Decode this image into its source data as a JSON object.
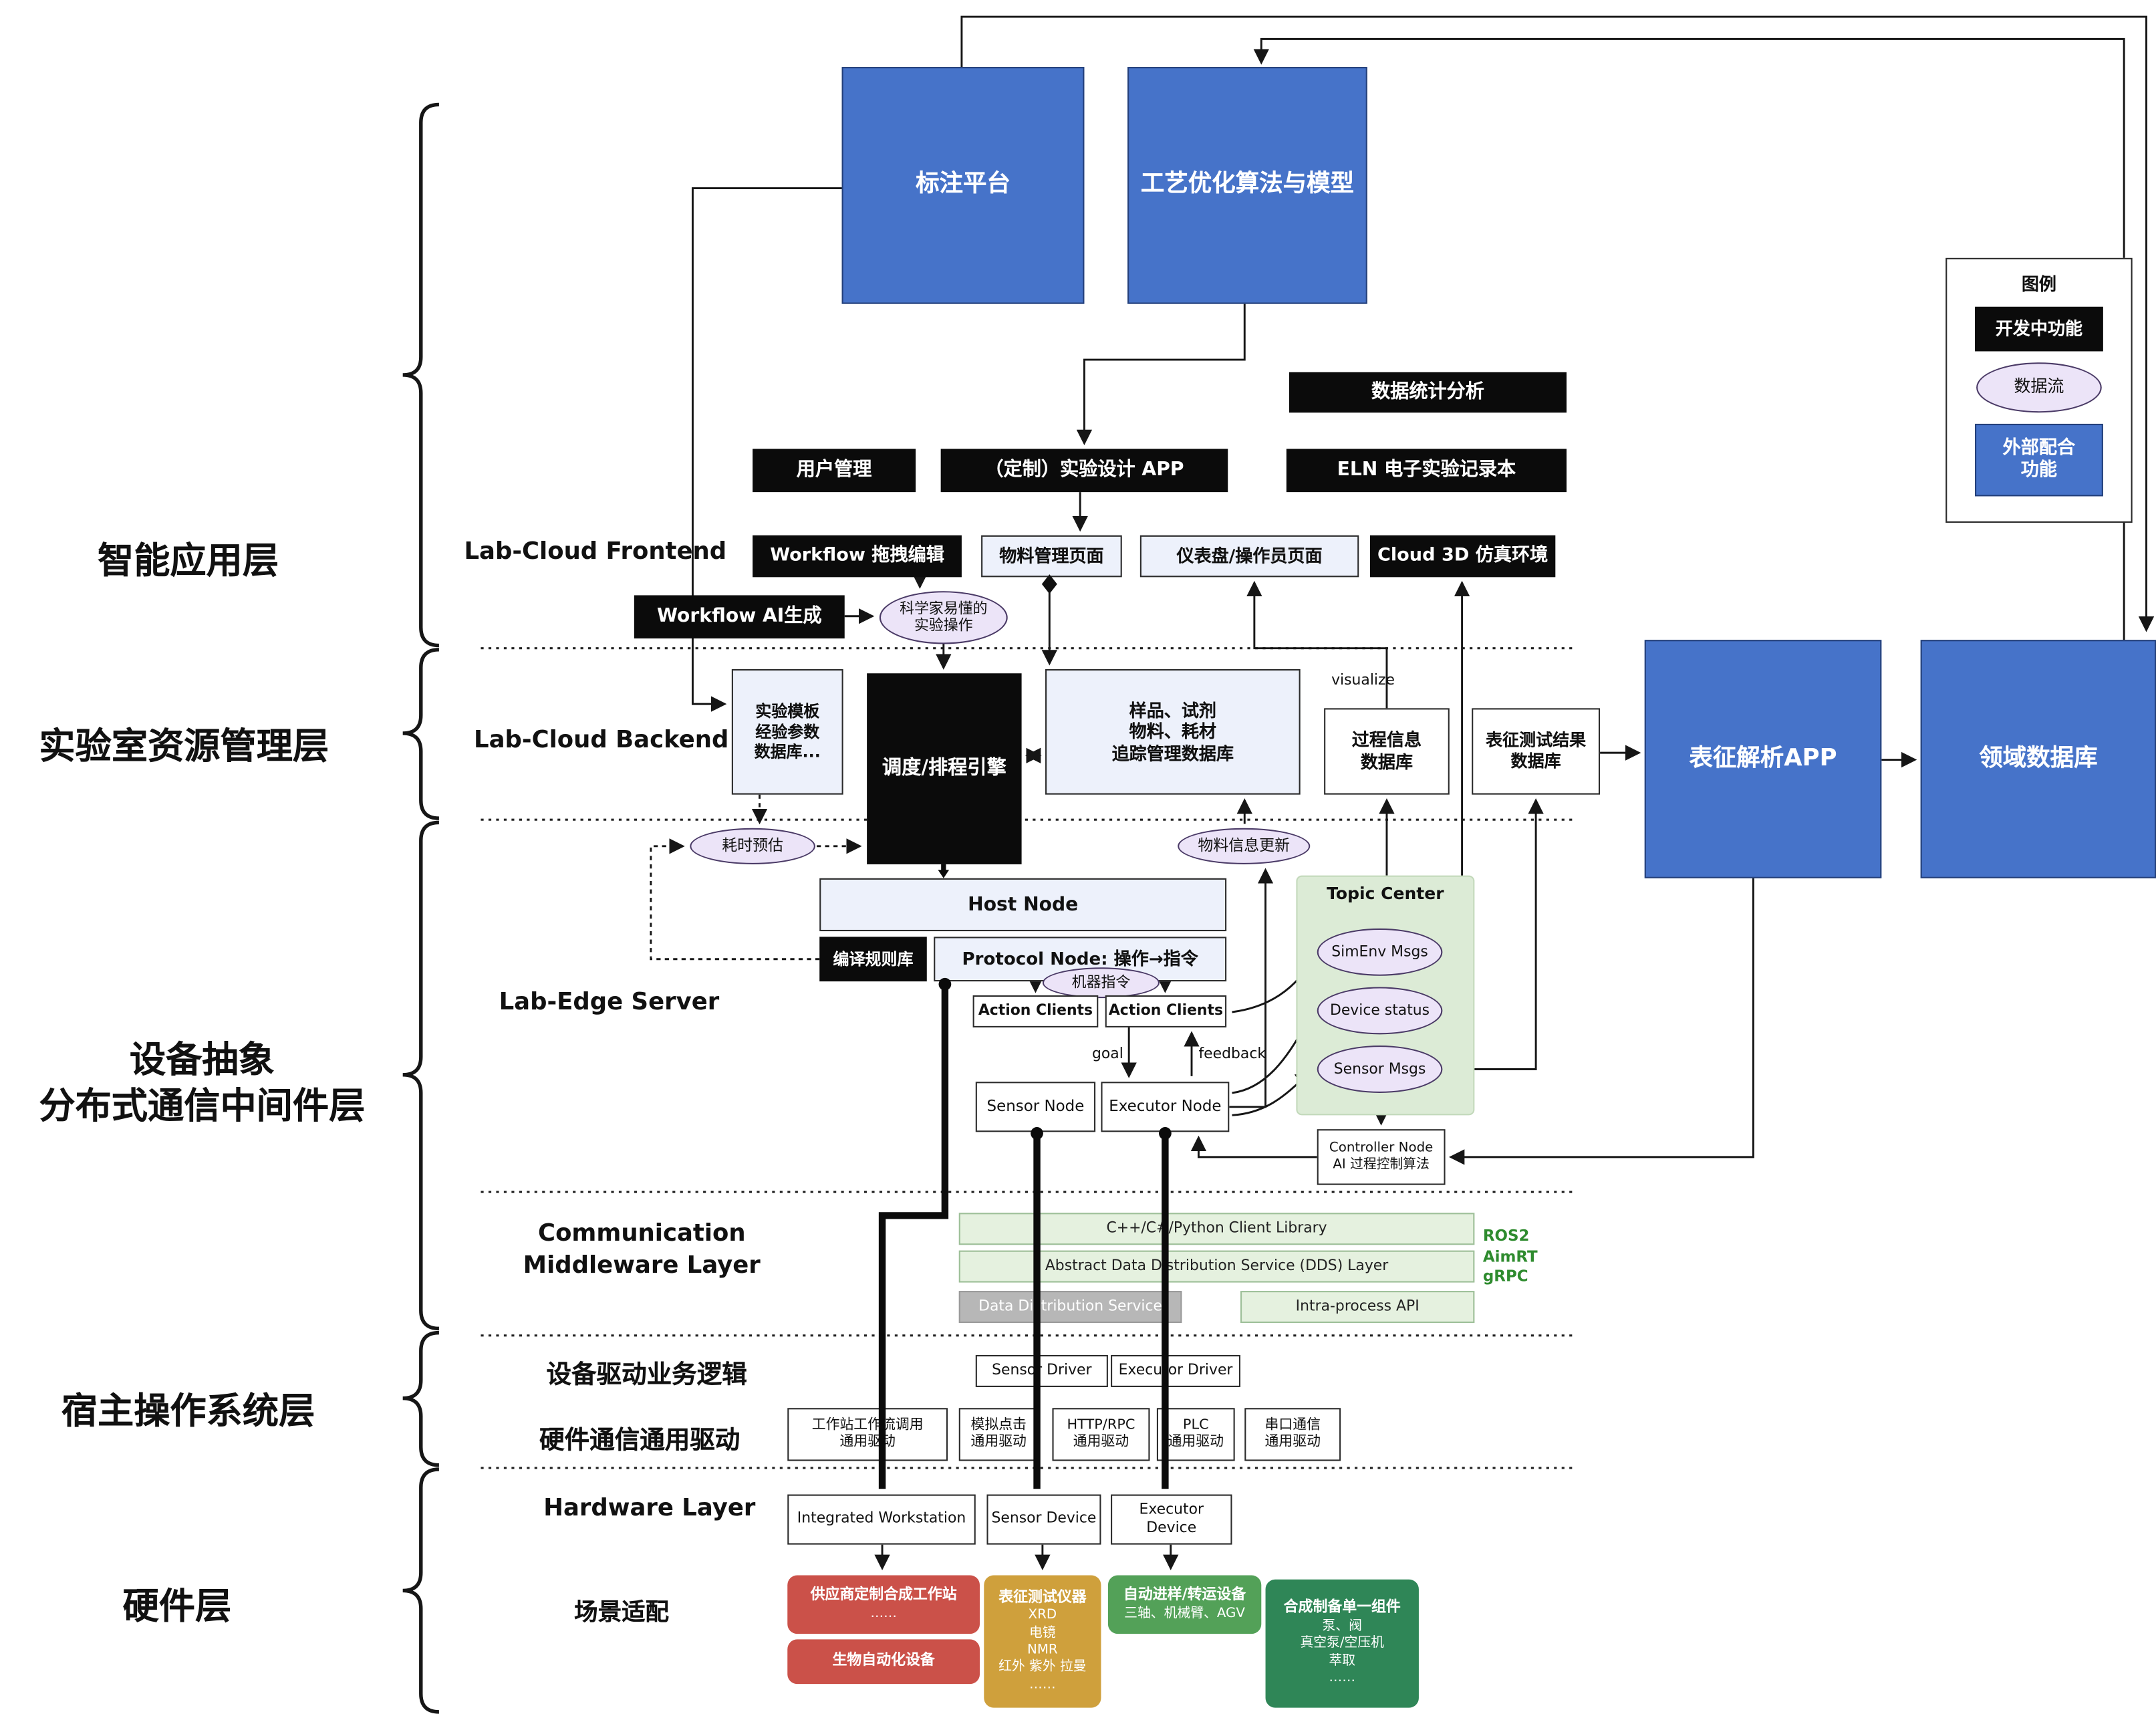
{
  "layers": {
    "l1": "智能应用层",
    "l2": "实验室资源管理层",
    "l3": "设备抽象\n分布式通信中间件层",
    "l4": "宿主操作系统层",
    "l5": "硬件层"
  },
  "top": {
    "annotation": "标注平台",
    "optimization": "工艺优化算法与模型"
  },
  "legend": {
    "title": "图例",
    "developing": "开发中功能",
    "dataflow": "数据流",
    "external": "外部配合\n功能"
  },
  "apps": {
    "stats": "数据统计分析",
    "user_mgmt": "用户管理",
    "custom_app": "（定制）实验设计 APP",
    "eln": "ELN 电子实验记录本"
  },
  "frontend": {
    "label": "Lab-Cloud Frontend",
    "wf_edit": "Workflow 拖拽编辑",
    "material_page": "物料管理页面",
    "dashboard_page": "仪表盘/操作员页面",
    "cloud3d": "Cloud 3D 仿真环境",
    "wf_ai": "Workflow AI生成",
    "sci_ops": "科学家易懂的\n实验操作"
  },
  "backend": {
    "label": "Lab-Cloud Backend",
    "template_db": "实验模板\n经验参数\n数据库...",
    "scheduler": "调度/排程引擎",
    "sample_db": "样品、试剂\n物料、耗材\n追踪管理数据库",
    "visualize": "visualize",
    "process_db": "过程信息\n数据库",
    "result_db": "表征测试结果\n数据库",
    "charact_app": "表征解析APP",
    "domain_db": "领域数据库",
    "time_est": "耗时预估",
    "material_update": "物料信息更新"
  },
  "edge": {
    "label": "Lab-Edge Server",
    "host_node": "Host Node",
    "compile_lib": "编译规则库",
    "protocol_node": "Protocol Node: 操作→指令",
    "machine_instr": "机器指令",
    "action_clients": "Action Clients",
    "goal": "goal",
    "feedback": "feedback",
    "sensor_node": "Sensor Node",
    "executor_node": "Executor Node",
    "topic_center": "Topic Center",
    "simenv_msgs": "SimEnv Msgs",
    "device_status": "Device status",
    "sensor_msgs": "Sensor Msgs",
    "controller_node": "Controller Node\nAI 过程控制算法"
  },
  "middleware": {
    "label": "Communication\nMiddleware Layer",
    "client_lib": "C++/C#/Python Client Library",
    "dds_layer": "Abstract Data Distribution Service (DDS) Layer",
    "dds_impl": "Data Distribution Service",
    "intra_api": "Intra-process API",
    "stacks": "ROS2\nAimRT\ngRPC"
  },
  "hostos": {
    "driver_logic": "设备驱动业务逻辑",
    "sensor_driver": "Sensor Driver",
    "executor_driver": "Executor Driver",
    "hw_driver": "硬件通信通用驱动",
    "drv_workstation": "工作站工作流调用\n通用驱动",
    "drv_click": "模拟点击\n通用驱动",
    "drv_http": "HTTP/RPC\n通用驱动",
    "drv_plc": "PLC\n通用驱动",
    "drv_serial": "串口通信\n通用驱动"
  },
  "hardware": {
    "label": "Hardware Layer",
    "integrated_ws": "Integrated Workstation",
    "sensor_device": "Sensor Device",
    "executor_device": "Executor Device",
    "scene_adapt": "场景适配",
    "vendor_ws_title": "供应商定制合成工作站",
    "vendor_ws_body": "……",
    "bio_auto": "生物自动化设备",
    "charact_title": "表征测试仪器",
    "charact_body": "XRD\n电镜\nNMR\n红外 紫外 拉曼\n……",
    "transfer_title": "自动进样/转运设备",
    "transfer_body": "三轴、机械臂、AGV",
    "synth_title": "合成制备单一组件",
    "synth_body": "泵、阀\n真空泵/空压机\n萃取\n……"
  },
  "colors": {
    "blue": "#4673c9",
    "black": "#0b0b0b",
    "lavender": "#ece4f8",
    "light_green": "#e5f1df",
    "topic_green": "#dcebd6",
    "gray": "#b7b7b7",
    "red": "#cb5149",
    "gold": "#cfa03c",
    "green": "#53a158",
    "dark_green": "#2f8657",
    "stack_green": "#2e8b2e"
  }
}
